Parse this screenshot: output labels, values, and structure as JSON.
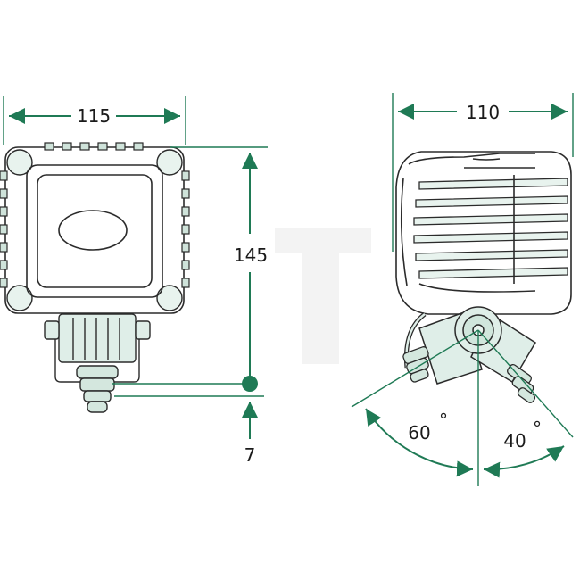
{
  "dimensions": {
    "width_front": "115",
    "width_side": "110",
    "height": "145",
    "mount_offset": "7",
    "angle_left": "60",
    "angle_right": "40",
    "degree_symbol": "°"
  },
  "colors": {
    "accent": "#1f7a55",
    "housing": "#dfeee8",
    "lens": "#c9e2d8",
    "outline": "#2b2b2b",
    "watermark": "#f4f4f4"
  }
}
